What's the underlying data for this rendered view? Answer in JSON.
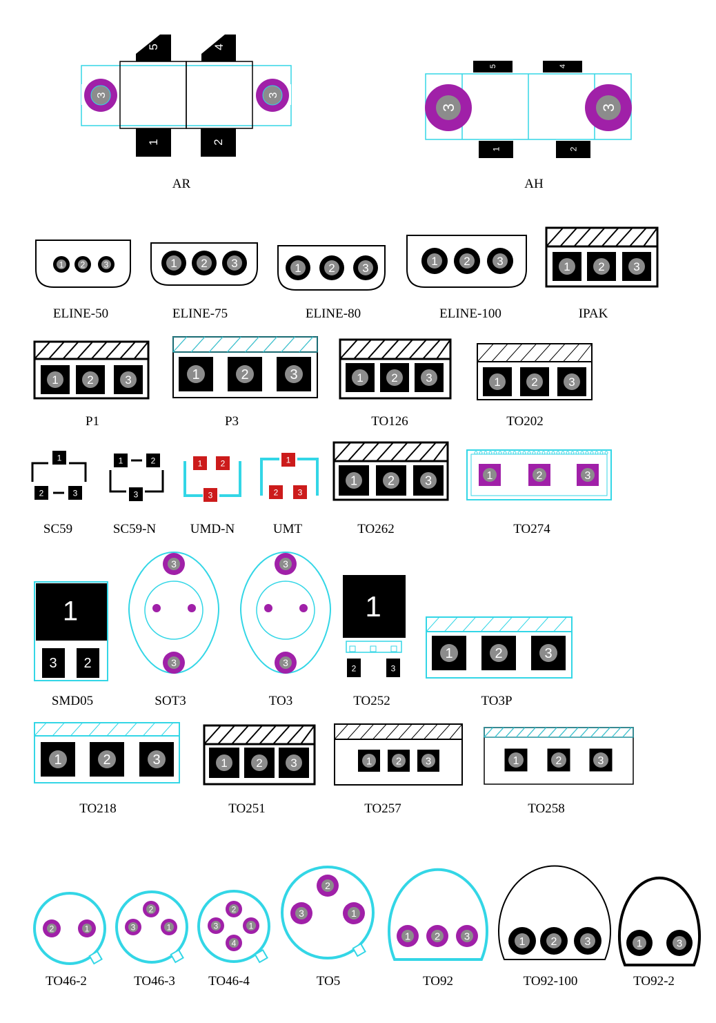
{
  "colors": {
    "outline_black": "#000000",
    "outline_cyan": "#33d6e6",
    "pad_black": "#000000",
    "pad_magenta": "#a020a8",
    "pad_red": "#cc1b1b",
    "pin_grey": "#8c8c8c",
    "pin_text": "#ffffff"
  },
  "packages": {
    "AR": {
      "label": "AR",
      "pins": [
        "5",
        "4",
        "1",
        "2",
        "3",
        "3"
      ]
    },
    "AH": {
      "label": "AH",
      "pins": [
        "5",
        "4",
        "1",
        "2",
        "3",
        "3"
      ]
    },
    "ELINE-50": {
      "label": "ELINE-50",
      "pins": [
        "1",
        "2",
        "3"
      ]
    },
    "ELINE-75": {
      "label": "ELINE-75",
      "pins": [
        "1",
        "2",
        "3"
      ]
    },
    "ELINE-80": {
      "label": "ELINE-80",
      "pins": [
        "1",
        "2",
        "3"
      ]
    },
    "ELINE-100": {
      "label": "ELINE-100",
      "pins": [
        "1",
        "2",
        "3"
      ]
    },
    "IPAK": {
      "label": "IPAK",
      "pins": [
        "1",
        "2",
        "3"
      ]
    },
    "P1": {
      "label": "P1",
      "pins": [
        "1",
        "2",
        "3"
      ]
    },
    "P3": {
      "label": "P3",
      "pins": [
        "1",
        "2",
        "3"
      ]
    },
    "TO126": {
      "label": "TO126",
      "pins": [
        "1",
        "2",
        "3"
      ]
    },
    "TO202": {
      "label": "TO202",
      "pins": [
        "1",
        "2",
        "3"
      ]
    },
    "SC59": {
      "label": "SC59",
      "pins": [
        "1",
        "2",
        "3"
      ]
    },
    "SC59-N": {
      "label": "SC59-N",
      "pins": [
        "1",
        "2",
        "3"
      ]
    },
    "UMD-N": {
      "label": "UMD-N",
      "pins": [
        "1",
        "2",
        "3"
      ]
    },
    "UMT": {
      "label": "UMT",
      "pins": [
        "1",
        "2",
        "3"
      ]
    },
    "TO262": {
      "label": "TO262",
      "pins": [
        "1",
        "2",
        "3"
      ]
    },
    "TO274": {
      "label": "TO274",
      "pins": [
        "1",
        "2",
        "3"
      ]
    },
    "SMD05": {
      "label": "SMD05",
      "pins": [
        "1",
        "3",
        "2"
      ]
    },
    "SOT3": {
      "label": "SOT3",
      "pins": [
        "3",
        "3"
      ]
    },
    "TO3": {
      "label": "TO3",
      "pins": [
        "3",
        "3"
      ]
    },
    "TO252": {
      "label": "TO252",
      "pins": [
        "1",
        "2",
        "3"
      ]
    },
    "TO3P": {
      "label": "TO3P",
      "pins": [
        "1",
        "2",
        "3"
      ]
    },
    "TO218": {
      "label": "TO218",
      "pins": [
        "1",
        "2",
        "3"
      ]
    },
    "TO251": {
      "label": "TO251",
      "pins": [
        "1",
        "2",
        "3"
      ]
    },
    "TO257": {
      "label": "TO257",
      "pins": [
        "1",
        "2",
        "3"
      ]
    },
    "TO258": {
      "label": "TO258",
      "pins": [
        "1",
        "2",
        "3"
      ]
    },
    "TO46-2": {
      "label": "TO46-2",
      "pins": [
        "2",
        "1"
      ]
    },
    "TO46-3": {
      "label": "TO46-3",
      "pins": [
        "2",
        "3",
        "1"
      ]
    },
    "TO46-4": {
      "label": "TO46-4",
      "pins": [
        "2",
        "3",
        "1",
        "4"
      ]
    },
    "TO5": {
      "label": "TO5",
      "pins": [
        "2",
        "3",
        "1"
      ]
    },
    "TO92": {
      "label": "TO92",
      "pins": [
        "1",
        "2",
        "3"
      ]
    },
    "TO92-100": {
      "label": "TO92-100",
      "pins": [
        "1",
        "2",
        "3"
      ]
    },
    "TO92-2": {
      "label": "TO92-2",
      "pins": [
        "1",
        "3"
      ]
    }
  }
}
